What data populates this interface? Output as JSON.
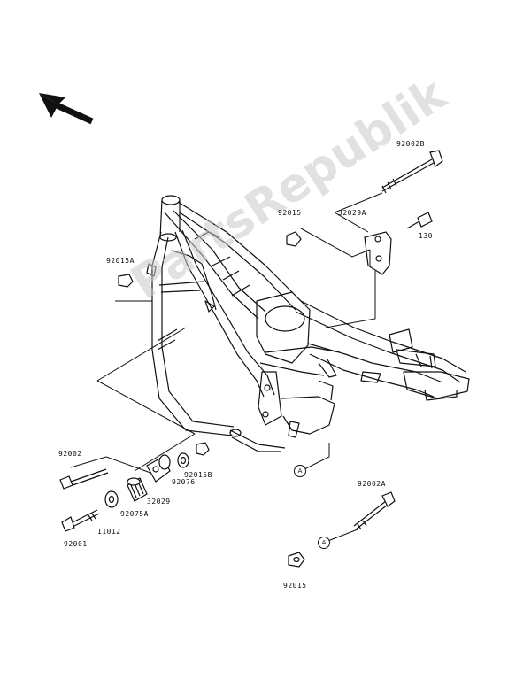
{
  "watermark": {
    "text": "PartsRepublik",
    "color": "#c8c8c8"
  },
  "callouts": {
    "a1": "A",
    "a2": "A"
  },
  "labels": {
    "l92002B": "92002B",
    "l92015_top": "92015",
    "l32029A": "32029A",
    "l130": "130",
    "l92015A": "92015A",
    "l92002": "92002",
    "l92076": "92076",
    "l92015B": "92015B",
    "l32029": "32029",
    "l92075A": "92075A",
    "l11012": "11012",
    "l92001": "92001",
    "l92002A": "92002A",
    "l92015_bottom": "92015"
  },
  "icons": {
    "direction": "front-direction-arrow-icon"
  }
}
